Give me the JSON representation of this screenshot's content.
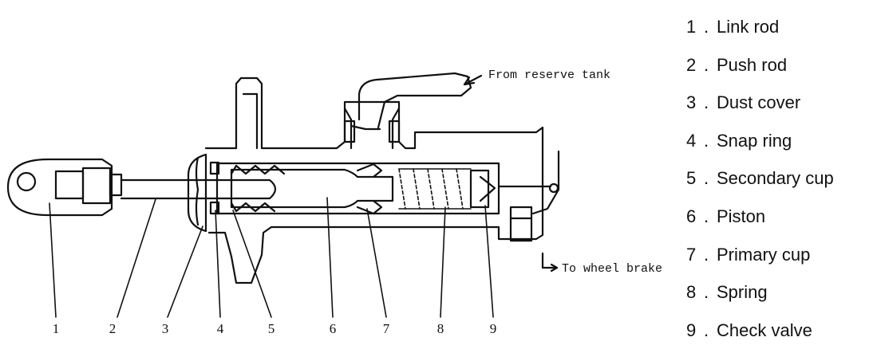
{
  "diagram": {
    "callouts": {
      "from_reserve_tank": "From reserve tank",
      "to_wheel_brake": "To wheel brake"
    },
    "part_numbers": [
      "1",
      "2",
      "3",
      "4",
      "5",
      "6",
      "7",
      "8",
      "9"
    ]
  },
  "legend": {
    "items": [
      {
        "number": "1",
        "label": "Link rod"
      },
      {
        "number": "2",
        "label": "Push rod"
      },
      {
        "number": "3",
        "label": "Dust cover"
      },
      {
        "number": "4",
        "label": "Snap ring"
      },
      {
        "number": "5",
        "label": "Secondary cup"
      },
      {
        "number": "6",
        "label": "Piston"
      },
      {
        "number": "7",
        "label": "Primary cup"
      },
      {
        "number": "8",
        "label": "Spring"
      },
      {
        "number": "9",
        "label": "Check valve"
      }
    ]
  }
}
